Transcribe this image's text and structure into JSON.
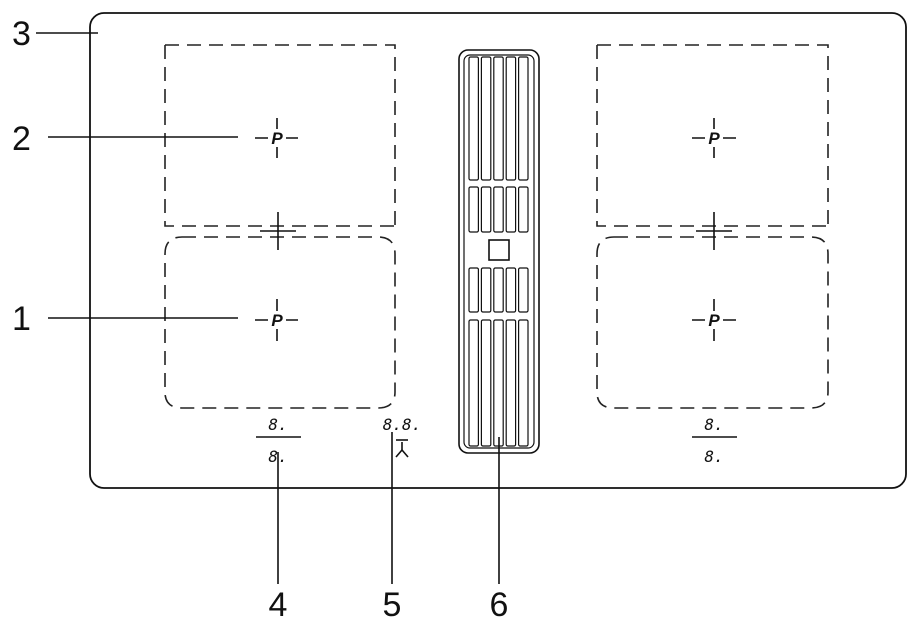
{
  "callouts": {
    "c1": "1",
    "c2": "2",
    "c3": "3",
    "c4": "4",
    "c5": "5",
    "c6": "6"
  },
  "zones": {
    "top_left_symbol": "P",
    "bottom_left_symbol": "P",
    "top_right_symbol": "P",
    "bottom_right_symbol": "P"
  },
  "displays": {
    "left_top": "8.",
    "left_bottom": "8.",
    "center": "8.8.",
    "right_top": "8.",
    "right_bottom": "8."
  },
  "icons": {
    "hood_control": "fan-icon"
  }
}
